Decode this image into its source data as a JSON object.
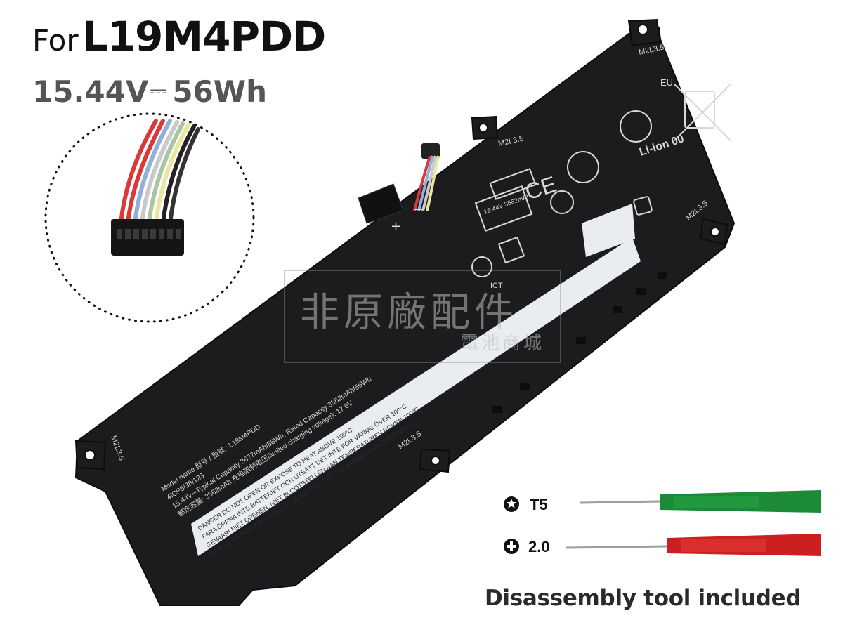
{
  "header": {
    "prefix": "For",
    "model": "L19M4PDD",
    "voltage": "15.44V",
    "dc_symbol": "⎓",
    "energy": "56Wh"
  },
  "battery": {
    "label_lines": [
      "Model name 型号 / 型號 : L19M4PDD",
      "4ICP5/38/123",
      "15.44V⎓Typical Capacity 3627mAh/56Wh, Rated Capacity 3562mAh/55Wh",
      "额定容量: 3562mAh 充电限制电压(limited charging voltage): 17.6V"
    ],
    "warning_lines": [
      "DANGER  DO NOT OPEN OR EXPOSE TO HEAT ABOVE 100°C",
      "FARA  ÖPPNA INTE BATTERIET OCH UTSÄTT DET INTE FÖR VÄRME ÖVER 100°C",
      "GEVAARI  NIET OPENEN, NIET BLOOTSTELLEN AAN TEMPERATUREN BOVEN 100°C",
      "FARLIG  MÅ IKKE ÅBNES ELLER UDSÆTTES FOR TEMPERATURER OVER 100°C"
    ],
    "spec_box": "15.44V  3562mAh",
    "marks": {
      "eu": "EU",
      "liion": "Li-ion 00",
      "m2l": "M2L3.5",
      "ce": "CE",
      "ict": "ICT"
    },
    "colors": {
      "body": "#1c1c1e",
      "label": "#e9edf2",
      "print": "#d8d8d8"
    }
  },
  "watermark": {
    "big": "非原廠配件",
    "small": "電池商城"
  },
  "tools": {
    "t5_label": "T5",
    "ph_label": "2.0",
    "caption": "Disassembly tool included",
    "colors": {
      "t5_handle": "#1d8a38",
      "ph_handle": "#cc1f1f",
      "shaft": "#9aa0a6"
    }
  }
}
